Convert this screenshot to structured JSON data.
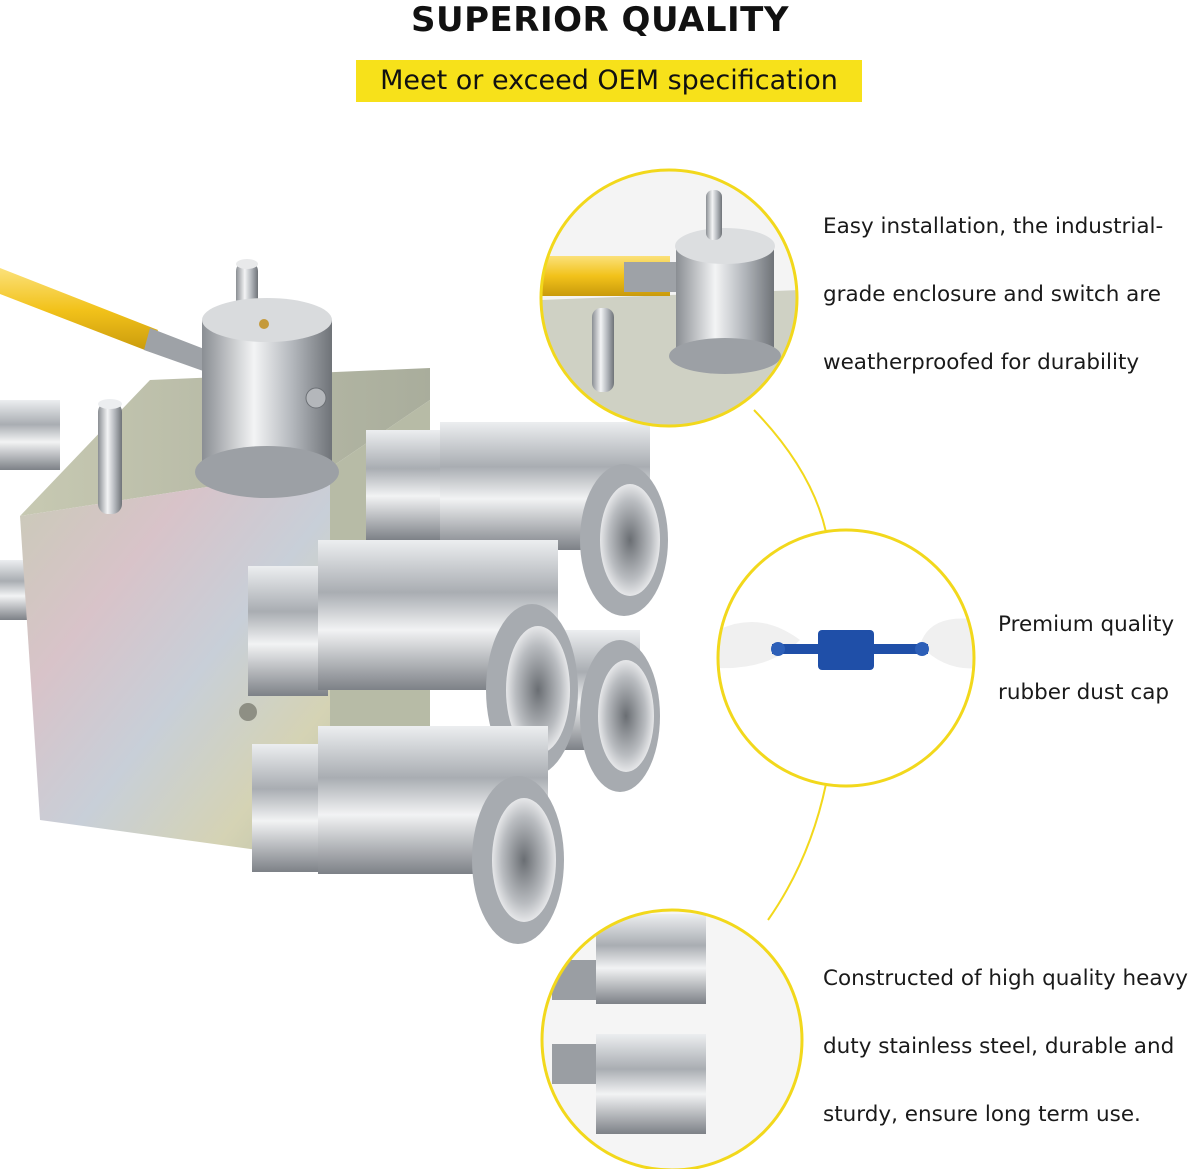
{
  "header": {
    "title": "SUPERIOR QUALITY",
    "subtitle": "Meet or exceed OEM specification"
  },
  "features": [
    {
      "lines": [
        "Easy installation, the industrial-",
        "grade enclosure and switch are",
        "weatherproofed for durability"
      ]
    },
    {
      "lines": [
        "Premium quality",
        "rubber dust cap"
      ]
    },
    {
      "lines": [
        "Constructed of high quality heavy",
        "duty stainless steel, durable and",
        "sturdy, ensure long term use."
      ]
    }
  ],
  "colors": {
    "accent_yellow": "#f7e11a",
    "callout_ring": "#f2d81c",
    "steel": "#b9bcc0",
    "dust_cap_blue": "#1f4fa8",
    "handle_yellow": "#f2c21a"
  }
}
